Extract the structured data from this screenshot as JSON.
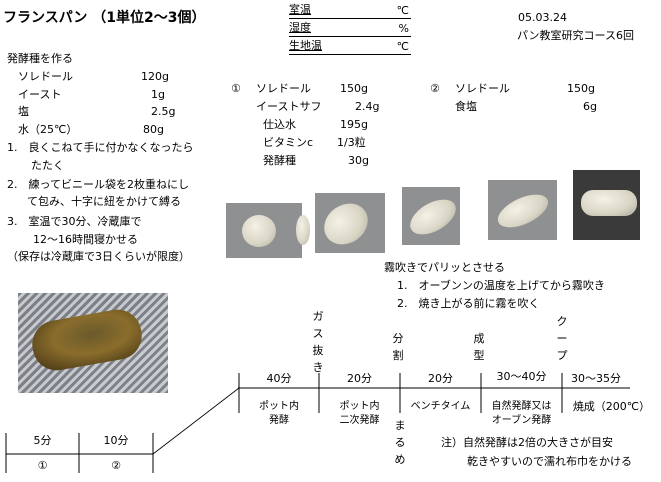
{
  "title": "フランスパン （1単位2～3個）",
  "conditions": [
    {
      "label": "室温",
      "unit": "℃"
    },
    {
      "label": "湿度",
      "unit": "%"
    },
    {
      "label": "生地温",
      "unit": "℃"
    }
  ],
  "date": "05.03.24",
  "course": "パン教室研究コース6回",
  "starter": {
    "heading": "発酵種を作る",
    "ingredients": [
      {
        "name": "ソレドール",
        "amount": "120g"
      },
      {
        "name": "イースト",
        "amount": "1g"
      },
      {
        "name": "塩",
        "amount": "2.5g"
      },
      {
        "name": "水（25℃）",
        "amount": "80g"
      }
    ],
    "steps": [
      "1.　良くこねて手に付かなくなったら",
      "たたく",
      "2.　練ってビニール袋を2枚重ねにし",
      "て包み、十字に紐をかけて縛る",
      "3.　室温で30分、冷蔵庫で",
      "12～16時間寝かせる",
      "（保存は冷蔵庫で3日くらいが限度）"
    ]
  },
  "dough1": {
    "marker": "①",
    "ingredients": [
      {
        "name": "ソレドール",
        "amount": "150g"
      },
      {
        "name": "イーストサフ",
        "amount": "2.4g"
      },
      {
        "name": "仕込水",
        "amount": "195g"
      },
      {
        "name": "ビタミンc",
        "amount": "1/3粒"
      },
      {
        "name": "発酵種",
        "amount": "30g"
      }
    ]
  },
  "dough2": {
    "marker": "②",
    "ingredients": [
      {
        "name": "ソレドール",
        "amount": "150g"
      },
      {
        "name": "食塩",
        "amount": "6g"
      }
    ]
  },
  "mist": {
    "heading": "霧吹きでパリッとさせる",
    "items": [
      "1.　オーブンンの温度を上げてから霧吹き",
      "2.　焼き上がる前に霧を吹く"
    ]
  },
  "timeline": {
    "durations": [
      "40分",
      "20分",
      "20分",
      "30～40分",
      "30～35分"
    ],
    "phases": [
      [
        "ポット内",
        "発酵"
      ],
      [
        "ポット内",
        "二次発酵"
      ],
      [
        "ベンチタイム"
      ],
      [
        "自然発酵又は",
        "オーブン発酵"
      ],
      [
        "焼成（200℃）"
      ]
    ],
    "events": [
      "ガス抜き",
      "分割",
      "成型",
      "クープ"
    ],
    "rounding": "まるめ"
  },
  "mix_table": {
    "durations": [
      "5分",
      "10分"
    ],
    "markers": [
      "①",
      "②"
    ]
  },
  "notes": [
    "注）自然発酵は2倍の大きさが目安",
    "乾きやすいので濡れ布巾をかける"
  ]
}
